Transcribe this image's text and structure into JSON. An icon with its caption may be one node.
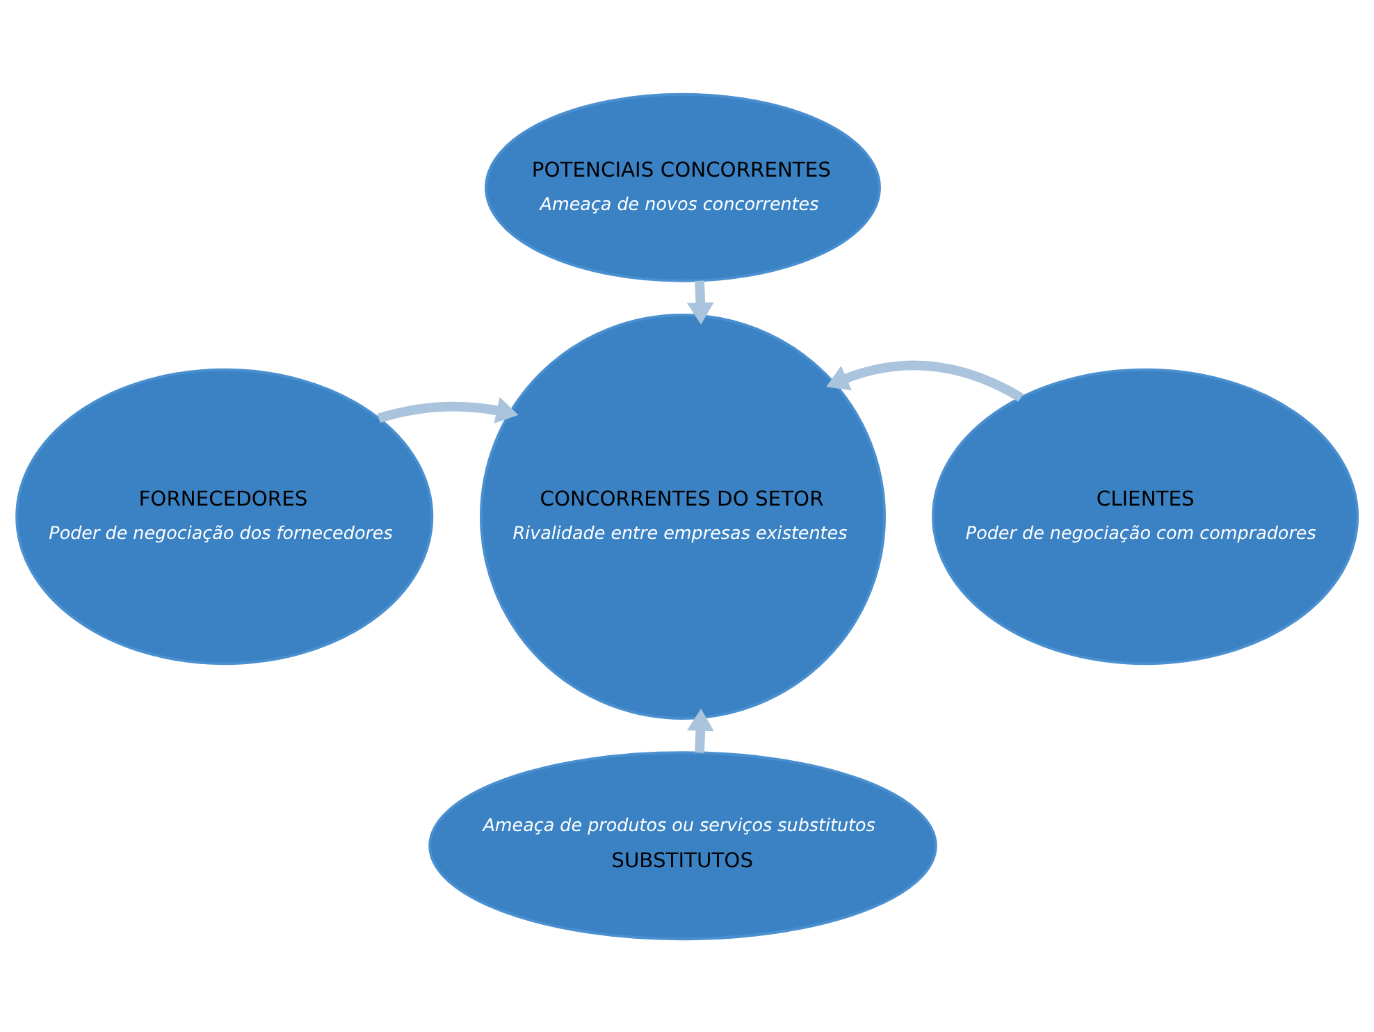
{
  "diagram": {
    "nodes": [
      {
        "text": [
          "POTENCIAIS CONCORRENTES",
          "Ameaça de novos concorrentes"
        ]
      },
      {
        "text": [
          "FORNECEDORES",
          "Poder de negociação dos fornecedores"
        ]
      },
      {
        "text": [
          "CONCORRENTES DO SETOR",
          "Rivalidade entre empresas existentes"
        ]
      },
      {
        "text": [
          "CLIENTES",
          "Poder de negociação com compradores"
        ]
      },
      {
        "text": [
          "Ameaça de produtos ou serviços substitutos",
          "SUBSTITUTOS"
        ]
      }
    ],
    "edges": [
      {
        "from": 0,
        "to": 2,
        "arrow": "to"
      },
      {
        "from": 1,
        "to": 2,
        "arrow": "to"
      },
      {
        "from": 3,
        "to": 2,
        "arrow": "to"
      },
      {
        "from": 4,
        "to": 2,
        "arrow": "to"
      }
    ]
  }
}
